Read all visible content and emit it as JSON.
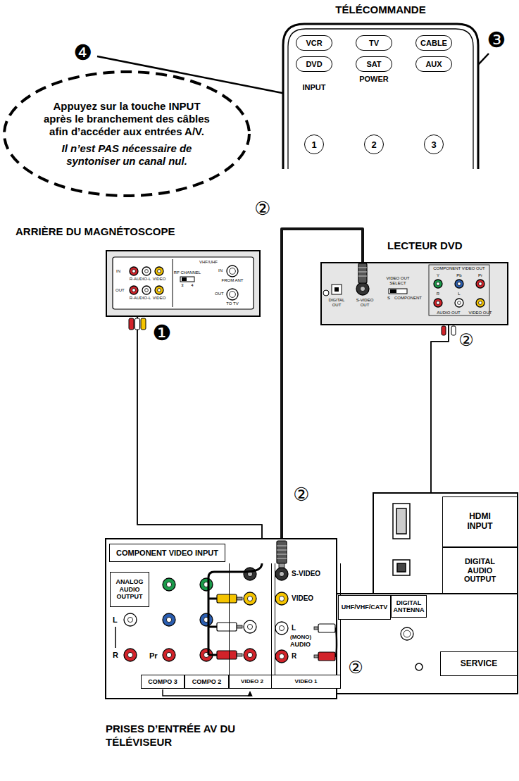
{
  "diagram": {
    "nodes": [
      {
        "text": [
          "TÉLÉCOMMANDE"
        ]
      },
      {
        "text": [
          "VCR"
        ],
        "in": 0
      },
      {
        "text": [
          "TV"
        ],
        "in": 0
      },
      {
        "text": [
          "CABLE"
        ],
        "in": 0
      },
      {
        "text": [
          "DVD"
        ],
        "in": 0
      },
      {
        "text": [
          "SAT"
        ],
        "in": 0
      },
      {
        "text": [
          "AUX"
        ],
        "in": 0
      },
      {
        "text": [
          "1"
        ],
        "in": 0
      },
      {
        "text": [
          "2"
        ],
        "in": 0
      },
      {
        "text": [
          "3"
        ],
        "in": 0
      },
      {
        "text": [
          "Appuyez sur la touche INPUT après le branchement des câbles afin d’accéder aux entrées A/V.",
          "Il n’est PAS nécessaire de syntoniser un canal nul."
        ]
      },
      {
        "text": [
          "ARRIÈRE DU MAGNÉTOSCOPE"
        ]
      },
      {
        "text": [
          "LECTEUR DVD"
        ]
      },
      {
        "text": [
          "PRISES D’ENTRÉE AV DU TÉLÉVISEUR"
        ]
      },
      {
        "text": [
          "COMPONENT VIDEO INPUT"
        ],
        "in": 13
      },
      {
        "text": [
          "ANALOG AUDIO OUTPUT"
        ],
        "in": 13
      },
      {
        "text": [
          "COMPO 3"
        ],
        "in": 13
      },
      {
        "text": [
          "COMPO 2"
        ],
        "in": 13
      },
      {
        "text": [
          "VIDEO 2"
        ],
        "in": 13
      },
      {
        "text": [
          "VIDEO 1"
        ],
        "in": 13
      },
      {
        "text": [
          "HDMI INPUT"
        ],
        "in": 13
      },
      {
        "text": [
          "DIGITAL AUDIO OUTPUT"
        ],
        "in": 13
      },
      {
        "text": [
          "UHF/VHF/CATV"
        ],
        "in": 13
      },
      {
        "text": [
          "DIGITAL ANTENNA"
        ],
        "in": 13
      },
      {
        "text": [
          "SERVICE"
        ],
        "in": 13
      }
    ],
    "edges": [
      {
        "from": 11,
        "to": 18,
        "arrow": "none"
      },
      {
        "from": 12,
        "to": 19,
        "arrow": "none"
      },
      {
        "from": 12,
        "to": 19,
        "arrow": "none"
      }
    ],
    "labels": [
      "INPUT",
      "POWER",
      "❸",
      "❹",
      "②",
      "❶",
      "IN",
      "OUT",
      "R-AUDIO-L",
      "R-AUDIO-L",
      "VIDEO",
      "VIDEO",
      "RF CHANNEL",
      "3",
      "4",
      "VHF/UHF",
      "IN",
      "FROM ANT",
      "OUT",
      "TO TV",
      "COMPONENT VIDEO OUT",
      "Y",
      "Pb",
      "Pr",
      "R",
      "L",
      "AUDIO OUT",
      "VIDEO OUT",
      "DIGITAL OUT",
      "S-VIDEO OUT",
      "VIDEO OUT SELECT",
      "S",
      "COMPONENT",
      "②",
      "②",
      "L",
      "R",
      "Pr",
      "S-VIDEO",
      "VIDEO",
      "L",
      "(MONO)",
      "AUDIO",
      "R",
      "②"
    ]
  }
}
